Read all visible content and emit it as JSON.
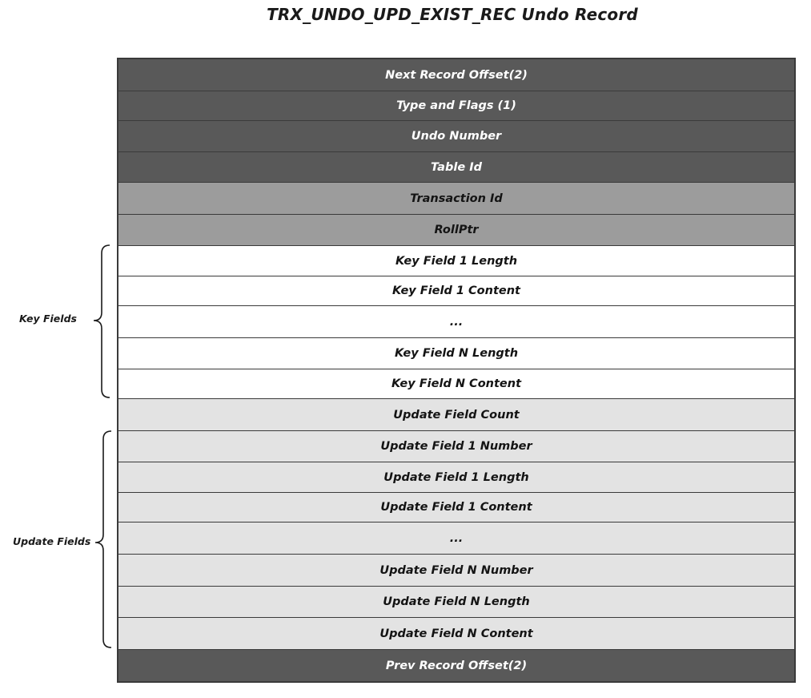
{
  "title": "TRX_UNDO_UPD_EXIST_REC Undo Record",
  "rows": [
    {
      "label": "Next Record Offset(2)",
      "style": "dark"
    },
    {
      "label": "Type and Flags (1)",
      "style": "dark"
    },
    {
      "label": "Undo Number",
      "style": "dark"
    },
    {
      "label": "Table Id",
      "style": "dark"
    },
    {
      "label": "Transaction Id",
      "style": "mid"
    },
    {
      "label": "RollPtr",
      "style": "mid"
    },
    {
      "label": "Key Field 1 Length",
      "style": "white"
    },
    {
      "label": "Key Field 1 Content",
      "style": "white"
    },
    {
      "label": "...",
      "style": "white"
    },
    {
      "label": "Key Field N Length",
      "style": "white"
    },
    {
      "label": "Key Field N Content",
      "style": "white"
    },
    {
      "label": "Update Field Count",
      "style": "light"
    },
    {
      "label": "Update Field 1 Number",
      "style": "light"
    },
    {
      "label": "Update Field 1 Length",
      "style": "light"
    },
    {
      "label": "Update Field 1 Content",
      "style": "light"
    },
    {
      "label": "...",
      "style": "light"
    },
    {
      "label": "Update Field N Number",
      "style": "light"
    },
    {
      "label": "Update Field N Length",
      "style": "light"
    },
    {
      "label": "Update Field N Content",
      "style": "light"
    },
    {
      "label": "Prev Record Offset(2)",
      "style": "dark"
    }
  ],
  "groups": {
    "key_fields": {
      "label": "Key Fields"
    },
    "update_fields": {
      "label": "Update Fields"
    }
  },
  "colors": {
    "dark": "#595959",
    "mid": "#9c9c9c",
    "white": "#ffffff",
    "light": "#e3e3e3",
    "border": "#3a3a3a"
  }
}
